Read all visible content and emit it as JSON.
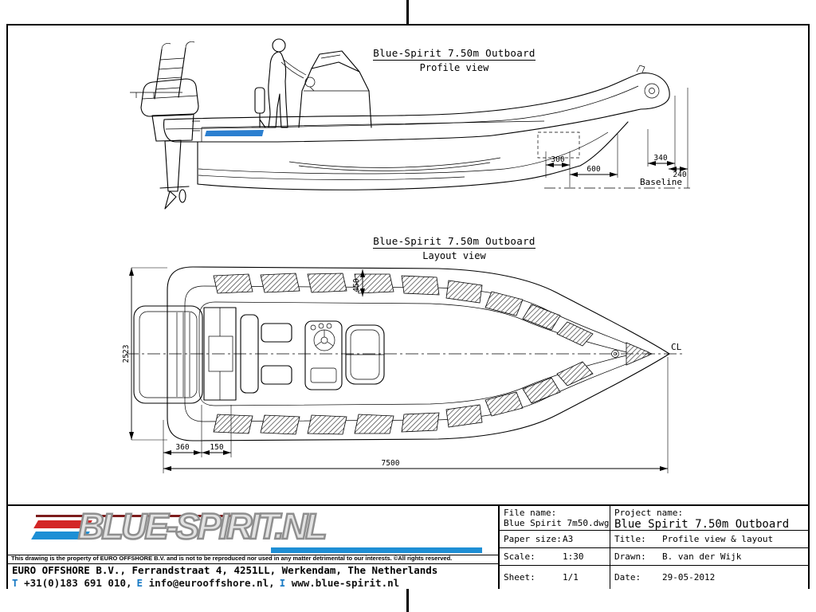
{
  "profile": {
    "title": "Blue-Spirit 7.50m Outboard",
    "subtitle": "Profile view",
    "baseline_label": "Baseline",
    "dim_300": "300",
    "dim_600": "600",
    "dim_340": "340",
    "dim_240": "240"
  },
  "layout": {
    "title": "Blue-Spirit 7.50m Outboard",
    "subtitle": "Layout view",
    "centerline_label": "CL",
    "dim_450": "450",
    "dim_2523": "2523",
    "dim_360": "360",
    "dim_150": "150",
    "dim_7500": "7500"
  },
  "logo": {
    "text": "BLUE-SPIRIT.NL"
  },
  "titleblock": {
    "copyright": "This drawing is the property of EURO OFFSHORE B.V. and is not to be reproduced nor used in any matter detrimental to our interests. ©All rights reserved.",
    "address": "EURO OFFSHORE B.V., Ferrandstraat 4, 4251LL, Werkendam, The Netherlands",
    "contact": [
      {
        "prefix": "T",
        "text": "+31(0)183 691 010,"
      },
      {
        "prefix": "E",
        "text": "info@eurooffshore.nl,"
      },
      {
        "prefix": "I",
        "text": "www.blue-spirit.nl"
      }
    ],
    "file_name_label": "File name:",
    "file_name_value": "Blue Spirit 7m50.dwg",
    "project_name_label": "Project name:",
    "project_name_value": "Blue Spirit 7.50m Outboard",
    "paper_size_label": "Paper size:",
    "paper_size_value": "A3",
    "title_label": "Title:",
    "title_value": "Profile view & layout",
    "scale_label": "Scale:",
    "scale_value": "1:30",
    "drawn_label": "Drawn:",
    "drawn_value": "B. van der Wijk",
    "sheet_label": "Sheet:",
    "sheet_value": "1/1",
    "date_label": "Date:",
    "date_value": "29-05-2012"
  }
}
